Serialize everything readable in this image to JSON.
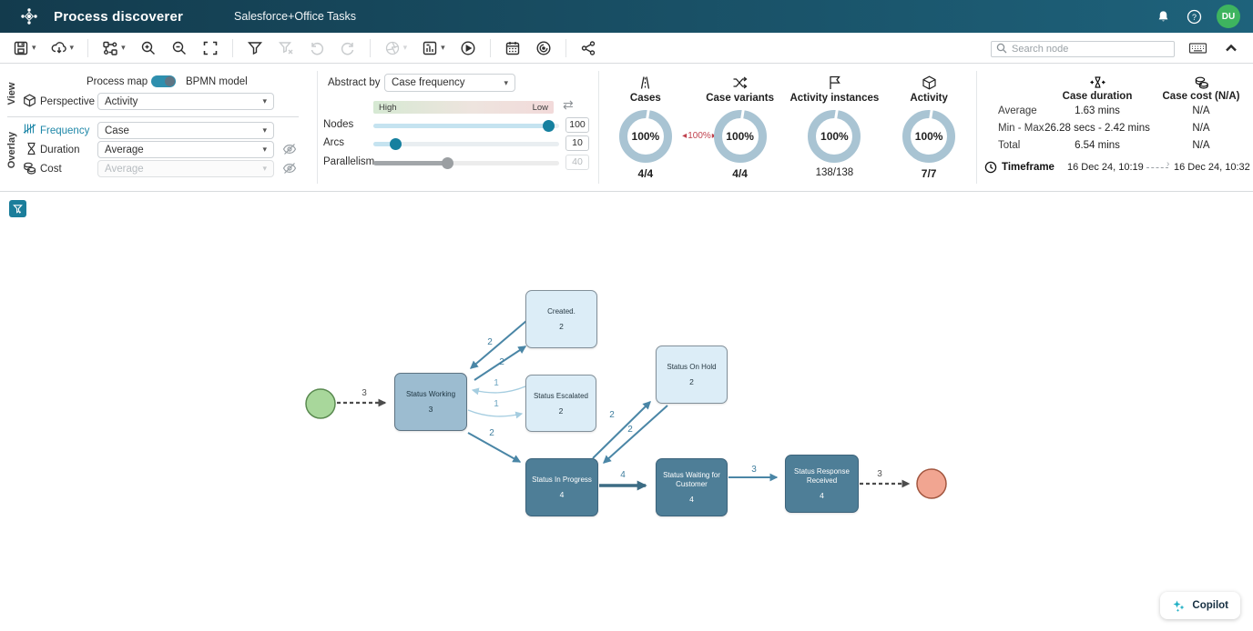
{
  "header": {
    "app_title": "Process discoverer",
    "project_name": "Salesforce+Office Tasks",
    "avatar_initials": "DU"
  },
  "toolbar": {
    "search_placeholder": "Search node",
    "icons": [
      "save-icon",
      "export-icon",
      "layout-icon",
      "zoom-in-icon",
      "zoom-out-icon",
      "fit-screen-icon",
      "filter-icon",
      "filter-clear-icon",
      "undo-icon",
      "redo-icon",
      "aperture-icon",
      "chart-export-icon",
      "play-icon",
      "calendar-icon",
      "radar-icon",
      "share-icon",
      "keyboard-icon",
      "collapse-icon"
    ]
  },
  "view_panel": {
    "view_tab": "View",
    "overlay_tab": "Overlay",
    "process_map_label": "Process map",
    "bpmn_label": "BPMN model",
    "perspective_label": "Perspective",
    "perspective_value": "Activity",
    "frequency_label": "Frequency",
    "frequency_value": "Case",
    "duration_label": "Duration",
    "duration_value": "Average",
    "cost_label": "Cost",
    "cost_value": "Average"
  },
  "abstract_panel": {
    "label": "Abstract by",
    "value": "Case frequency",
    "high": "High",
    "low": "Low",
    "nodes_label": "Nodes",
    "nodes_value": "100",
    "arcs_label": "Arcs",
    "arcs_value": "10",
    "parallelism_label": "Parallelism",
    "parallelism_value": "40"
  },
  "stats": {
    "link_percent": "100%",
    "items": [
      {
        "label": "Cases",
        "percent": "100%",
        "ratio": "4/4",
        "icon": "road-icon"
      },
      {
        "label": "Case variants",
        "percent": "100%",
        "ratio": "4/4",
        "icon": "shuffle-icon"
      },
      {
        "label": "Activity instances",
        "percent": "100%",
        "ratio": "138/138",
        "icon": "flag-icon"
      },
      {
        "label": "Activity",
        "percent": "100%",
        "ratio": "7/7",
        "icon": "cube-icon"
      }
    ]
  },
  "metrics": {
    "duration_header": "Case duration",
    "cost_header": "Case cost (N/A)",
    "rows": [
      {
        "label": "Average",
        "duration": "1.63 mins",
        "cost": "N/A"
      },
      {
        "label": "Min - Max",
        "duration": "26.28 secs - 2.42 mins",
        "cost": "N/A"
      },
      {
        "label": "Total",
        "duration": "6.54 mins",
        "cost": "N/A"
      }
    ],
    "timeframe_label": "Timeframe",
    "timeframe_start": "16 Dec 24, 10:19",
    "timeframe_end": "16 Dec 24, 10:32"
  },
  "canvas": {
    "copilot_label": "Copilot",
    "nodes": {
      "created": {
        "label": "Created.",
        "count": "2"
      },
      "working": {
        "label": "Status Working",
        "count": "3"
      },
      "escalated": {
        "label": "Status Escalated",
        "count": "2"
      },
      "onhold": {
        "label": "Status On Hold",
        "count": "2"
      },
      "inprogress": {
        "label": "Status In Progress",
        "count": "4"
      },
      "waiting": {
        "label": "Status Waiting for Customer",
        "count": "4"
      },
      "response": {
        "label": "Status Response Received",
        "count": "4"
      }
    },
    "edges": {
      "start_working": "3",
      "created_working": "2",
      "working_created": "2",
      "escalated_working": "1",
      "working_escalated": "1",
      "working_inprogress": "2",
      "inprogress_onhold": "2",
      "onhold_inprogress": "2",
      "inprogress_waiting": "4",
      "waiting_response": "3",
      "response_end": "3"
    }
  },
  "colors": {
    "header_gradient_start": "#133b4d",
    "header_gradient_end": "#1e627b",
    "accent_teal": "#1e87a8",
    "donut_ring": "#a9c4d3",
    "link_red": "#c0424e",
    "node_light": "#dcedf7",
    "node_mid": "#9cbcd0",
    "node_dark": "#4e7e97",
    "edge_teal": "#4a86a6",
    "start_green": "#a8d79b",
    "end_salmon": "#f1a591",
    "avatar_green": "#3eb45f"
  }
}
